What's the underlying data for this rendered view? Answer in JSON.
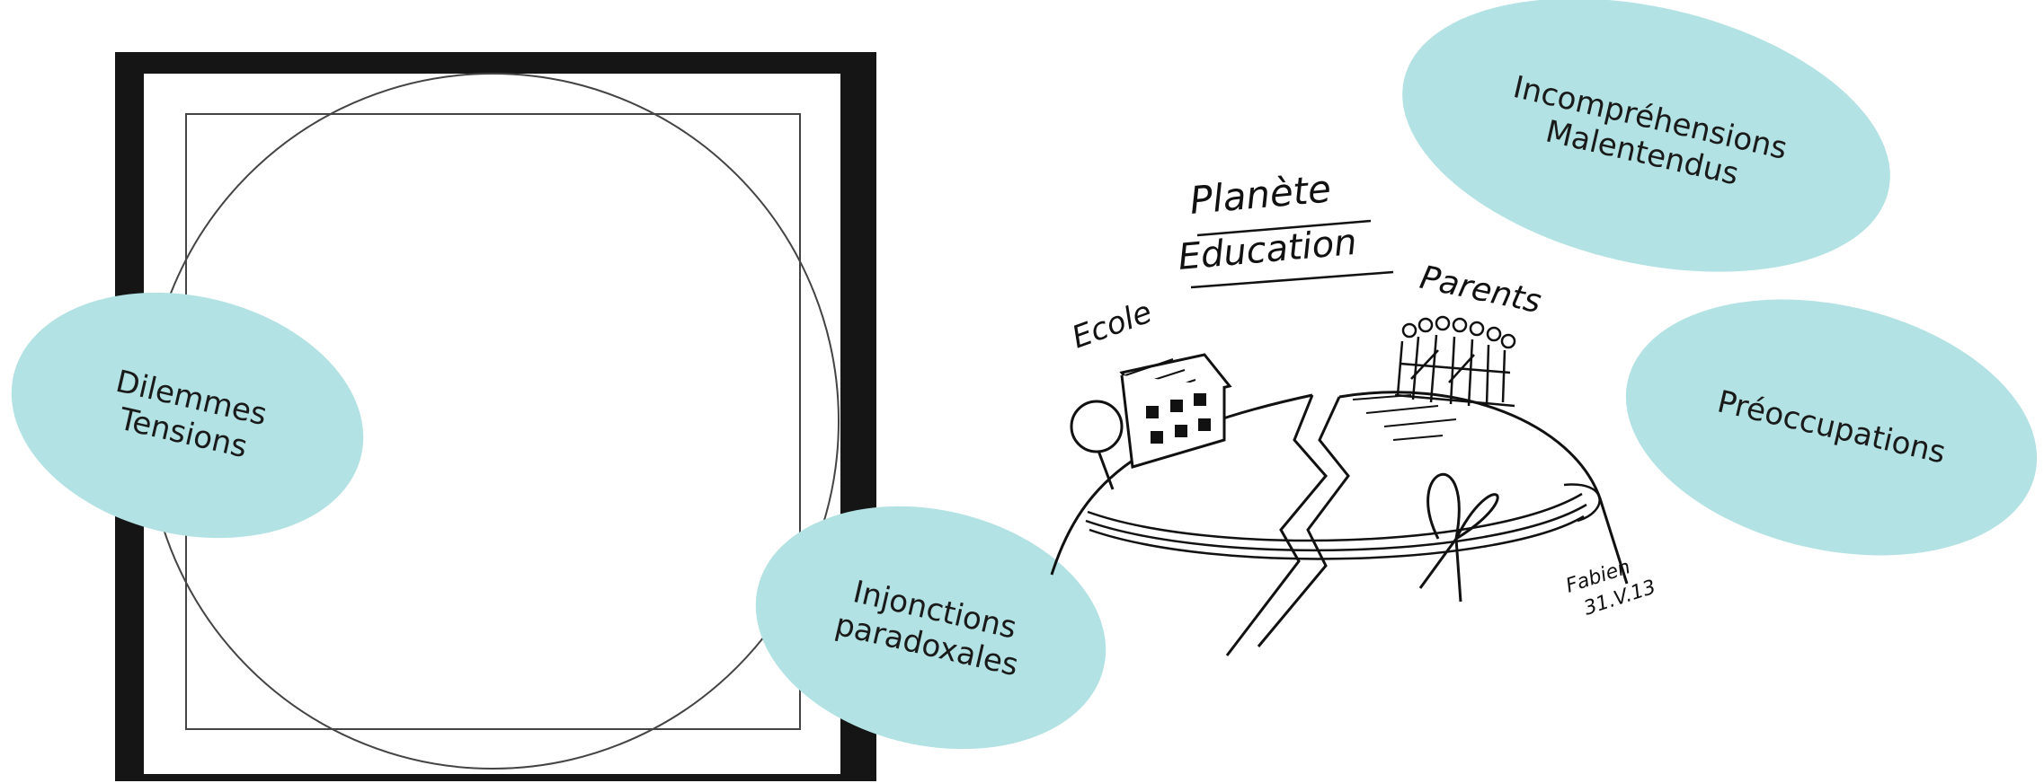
{
  "bubbles": {
    "dilemmes": {
      "line1": "Dilemmes",
      "line2": "Tensions"
    },
    "injonctions": {
      "line1": "Injonctions",
      "line2": "paradoxales"
    },
    "incomprehensions": {
      "line1": "Incompréhensions",
      "line2": "Malentendus"
    },
    "preoccupations": {
      "line1": "Préoccupations"
    }
  },
  "sketch": {
    "title_line1": "Planète",
    "title_line2": "Education",
    "label_school": "Ecole",
    "label_parents": "Parents",
    "signature_name": "Fabien",
    "signature_date": "31.V.13"
  },
  "colors": {
    "bubble_fill": "#b2e2e3",
    "frame": "#151515",
    "stroke": "#444444"
  }
}
